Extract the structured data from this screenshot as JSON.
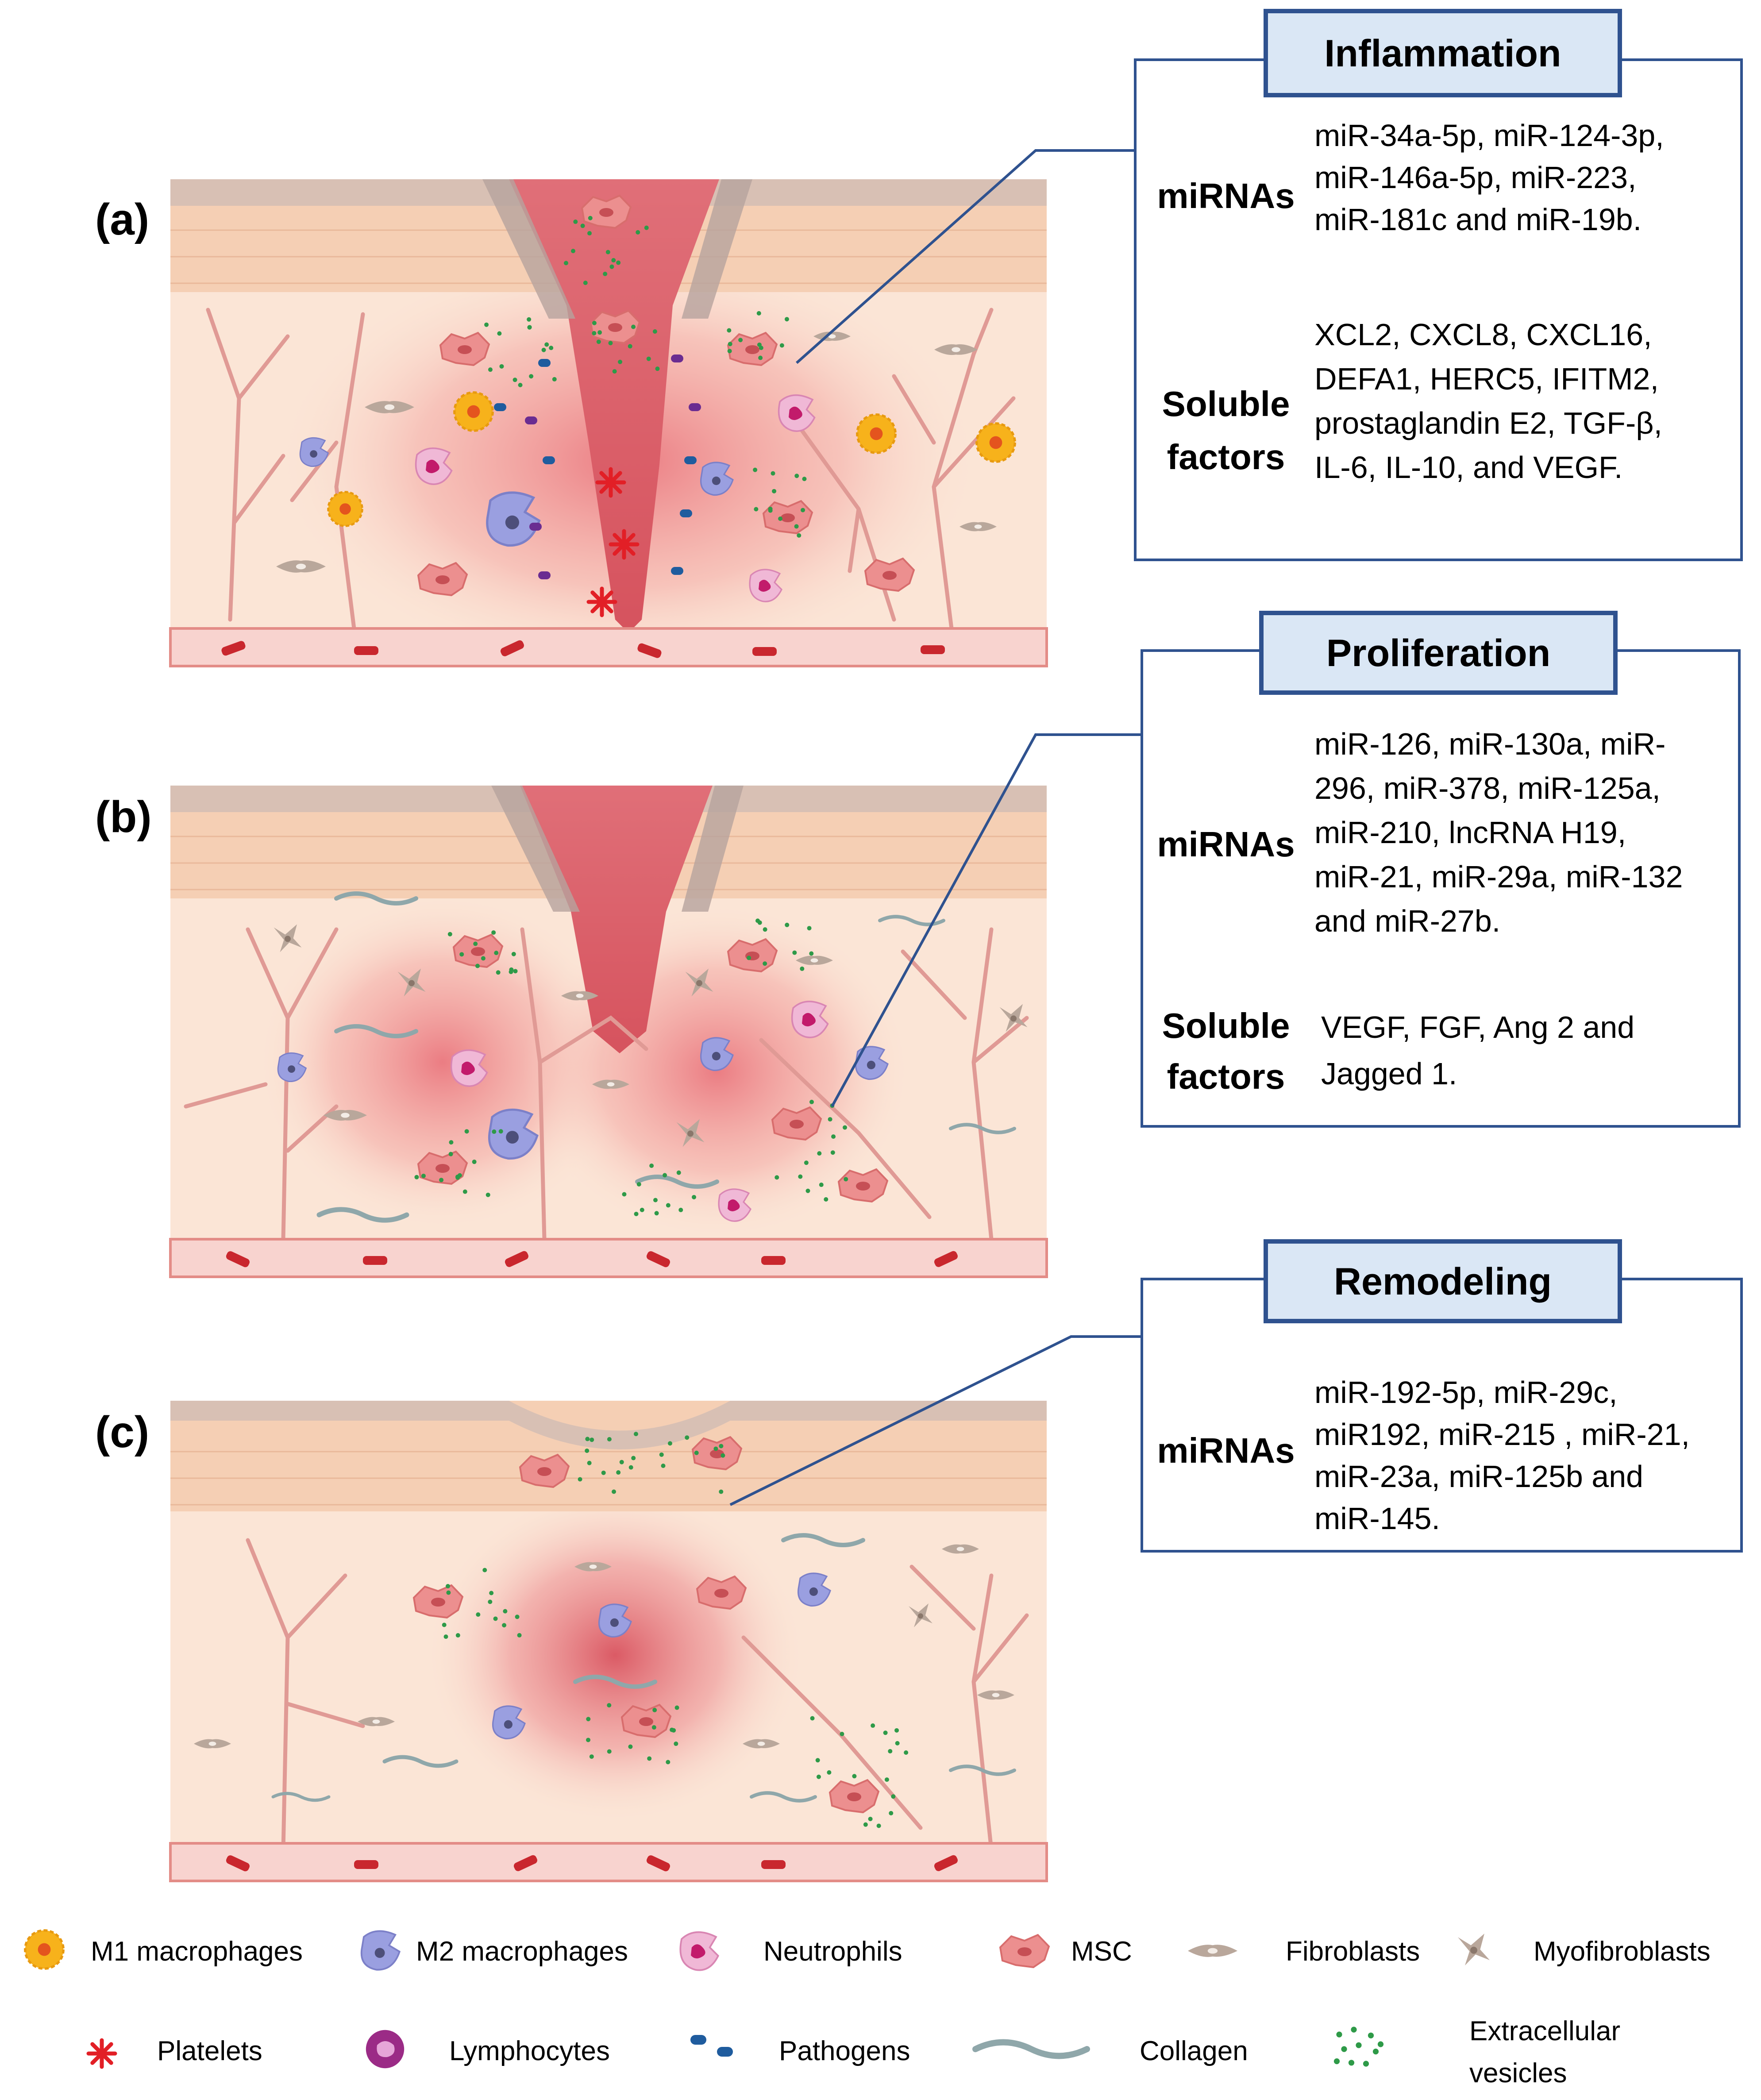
{
  "panels": [
    {
      "label": "(a)"
    },
    {
      "label": "(b)"
    },
    {
      "label": "(c)"
    }
  ],
  "boxes": [
    {
      "title": "Inflammation",
      "sections": [
        {
          "heading": [
            "miRNAs"
          ],
          "lines": [
            "miR-34a-5p, miR-124-3p,",
            "miR-146a-5p, miR-223,",
            "miR-181c and miR-19b."
          ]
        },
        {
          "heading": [
            "Soluble",
            "factors"
          ],
          "lines": [
            "XCL2, CXCL8, CXCL16,",
            "DEFA1, HERC5, IFITM2,",
            "prostaglandin E2, TGF-β,",
            "IL-6, IL-10, and VEGF."
          ]
        }
      ]
    },
    {
      "title": "Proliferation",
      "sections": [
        {
          "heading": [
            "miRNAs"
          ],
          "lines": [
            "miR-126, miR-130a, miR-",
            "296, miR-378, miR-125a,",
            "miR-210, lncRNA H19,",
            "miR-21, miR-29a, miR-132",
            "and miR-27b."
          ]
        },
        {
          "heading": [
            "Soluble",
            "factors"
          ],
          "lines": [
            "VEGF,  FGF, Ang 2 and",
            "Jagged 1."
          ]
        }
      ]
    },
    {
      "title": "Remodeling",
      "sections": [
        {
          "heading": [
            "miRNAs"
          ],
          "lines": [
            "miR-192-5p, miR-29c,",
            "miR192, miR-215 , miR-21,",
            "miR-23a, miR-125b and",
            "miR-145."
          ]
        }
      ]
    }
  ],
  "legend": [
    {
      "icon": "m1",
      "label": [
        "M1 macrophages"
      ]
    },
    {
      "icon": "m2",
      "label": [
        "M2 macrophages"
      ]
    },
    {
      "icon": "neutrophil",
      "label": [
        "Neutrophils"
      ]
    },
    {
      "icon": "msc",
      "label": [
        "MSC"
      ]
    },
    {
      "icon": "fibroblast",
      "label": [
        "Fibroblasts"
      ]
    },
    {
      "icon": "myofibroblast",
      "label": [
        "Myofibroblasts"
      ]
    },
    {
      "icon": "platelet",
      "label": [
        "Platelets"
      ]
    },
    {
      "icon": "lymphocyte",
      "label": [
        "Lymphocytes"
      ]
    },
    {
      "icon": "pathogen",
      "label": [
        "Pathogens"
      ]
    },
    {
      "icon": "collagen",
      "label": [
        "Collagen"
      ]
    },
    {
      "icon": "vesicles",
      "label": [
        "Extracellular",
        "vesicles"
      ]
    }
  ],
  "colors": {
    "skin_epidermis": "#f5cfb4",
    "skin_dermis": "#fbe5d6",
    "wound": "#e0787e",
    "vessel": "#e08a8a",
    "box_border": "#2f528f",
    "title_fill": "#dae7f5",
    "msc": "#ec8f8f",
    "m1": "#f7b21b",
    "m2": "#9a9fe0",
    "neutrophil": "#f0b8d6",
    "fibroblast": "#b9a79b",
    "vesicle": "#2e9a48",
    "platelet": "#e21f26",
    "lymphocyte": "#9b2b86",
    "pathogen": "#1f5c9e",
    "collagen": "#8fa7aa"
  }
}
